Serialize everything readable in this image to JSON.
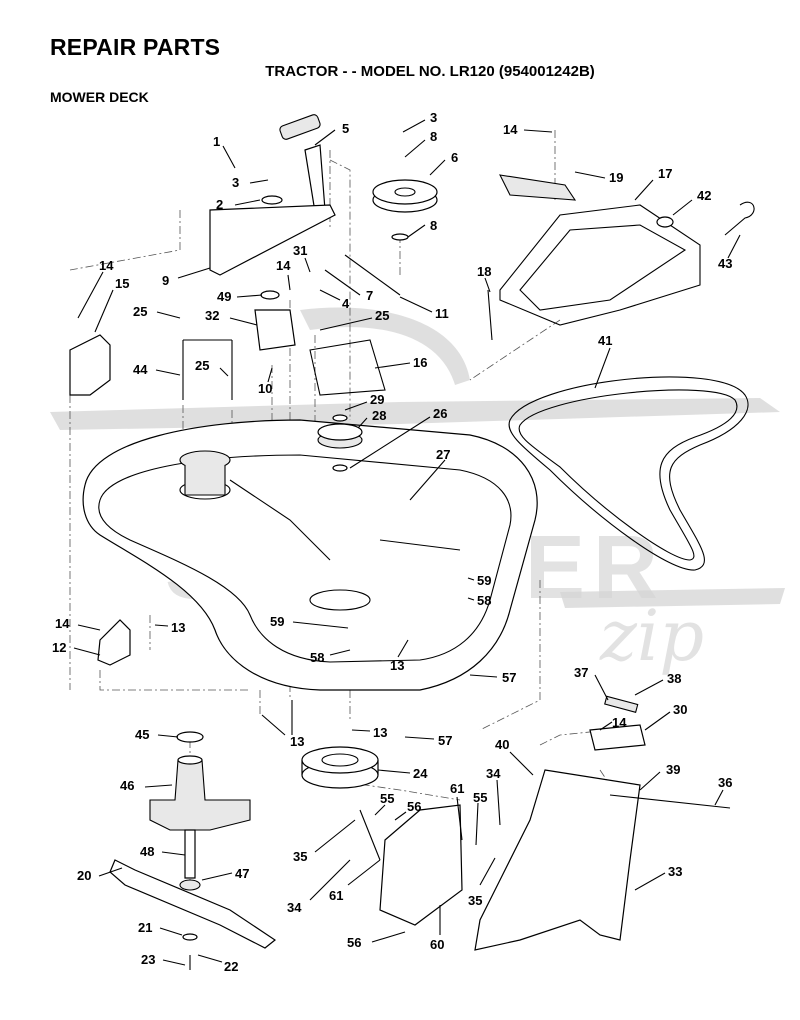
{
  "header": {
    "title": "REPAIR PARTS",
    "subtitle": "TRACTOR - - MODEL NO. LR120 (954001242B)",
    "section": "MOWER DECK"
  },
  "watermark": {
    "brand": "SCOOTER zip"
  },
  "callouts": [
    {
      "id": "c1",
      "text": "1"
    },
    {
      "id": "c5",
      "text": "5"
    },
    {
      "id": "c3a",
      "text": "3"
    },
    {
      "id": "c8a",
      "text": "8"
    },
    {
      "id": "c6",
      "text": "6"
    },
    {
      "id": "c14a",
      "text": "14"
    },
    {
      "id": "c19",
      "text": "19"
    },
    {
      "id": "c17",
      "text": "17"
    },
    {
      "id": "c42",
      "text": "42"
    },
    {
      "id": "c3b",
      "text": "3"
    },
    {
      "id": "c2",
      "text": "2"
    },
    {
      "id": "c8b",
      "text": "8"
    },
    {
      "id": "c31",
      "text": "31"
    },
    {
      "id": "c14b",
      "text": "14"
    },
    {
      "id": "c9",
      "text": "9"
    },
    {
      "id": "c7",
      "text": "7"
    },
    {
      "id": "c43",
      "text": "43"
    },
    {
      "id": "c18",
      "text": "18"
    },
    {
      "id": "c14c",
      "text": "14"
    },
    {
      "id": "c15",
      "text": "15"
    },
    {
      "id": "c49",
      "text": "49"
    },
    {
      "id": "c4",
      "text": "4"
    },
    {
      "id": "c11",
      "text": "11"
    },
    {
      "id": "c25a",
      "text": "25"
    },
    {
      "id": "c32",
      "text": "32"
    },
    {
      "id": "c25b",
      "text": "25"
    },
    {
      "id": "c41",
      "text": "41"
    },
    {
      "id": "c16",
      "text": "16"
    },
    {
      "id": "c44",
      "text": "44"
    },
    {
      "id": "c25c",
      "text": "25"
    },
    {
      "id": "c10",
      "text": "10"
    },
    {
      "id": "c29",
      "text": "29"
    },
    {
      "id": "c28",
      "text": "28"
    },
    {
      "id": "c26",
      "text": "26"
    },
    {
      "id": "c27",
      "text": "27"
    },
    {
      "id": "c59a",
      "text": "59"
    },
    {
      "id": "c58a",
      "text": "58"
    },
    {
      "id": "c14d",
      "text": "14"
    },
    {
      "id": "c13a",
      "text": "13"
    },
    {
      "id": "c12",
      "text": "12"
    },
    {
      "id": "c59b",
      "text": "59"
    },
    {
      "id": "c58b",
      "text": "58"
    },
    {
      "id": "c13b",
      "text": "13"
    },
    {
      "id": "c57a",
      "text": "57"
    },
    {
      "id": "c37",
      "text": "37"
    },
    {
      "id": "c38",
      "text": "38"
    },
    {
      "id": "c14e",
      "text": "14"
    },
    {
      "id": "c30",
      "text": "30"
    },
    {
      "id": "c13c",
      "text": "13"
    },
    {
      "id": "c13d",
      "text": "13"
    },
    {
      "id": "c45",
      "text": "45"
    },
    {
      "id": "c57b",
      "text": "57"
    },
    {
      "id": "c40",
      "text": "40"
    },
    {
      "id": "c24",
      "text": "24"
    },
    {
      "id": "c39",
      "text": "39"
    },
    {
      "id": "c34a",
      "text": "34"
    },
    {
      "id": "c36",
      "text": "36"
    },
    {
      "id": "c46",
      "text": "46"
    },
    {
      "id": "c55a",
      "text": "55"
    },
    {
      "id": "c56a",
      "text": "56"
    },
    {
      "id": "c61a",
      "text": "61"
    },
    {
      "id": "c55b",
      "text": "55"
    },
    {
      "id": "c48",
      "text": "48"
    },
    {
      "id": "c35a",
      "text": "35"
    },
    {
      "id": "c20",
      "text": "20"
    },
    {
      "id": "c47",
      "text": "47"
    },
    {
      "id": "c34b",
      "text": "34"
    },
    {
      "id": "c61b",
      "text": "61"
    },
    {
      "id": "c35b",
      "text": "35"
    },
    {
      "id": "c33",
      "text": "33"
    },
    {
      "id": "c21",
      "text": "21"
    },
    {
      "id": "c56b",
      "text": "56"
    },
    {
      "id": "c60",
      "text": "60"
    },
    {
      "id": "c23",
      "text": "23"
    },
    {
      "id": "c22",
      "text": "22"
    }
  ]
}
